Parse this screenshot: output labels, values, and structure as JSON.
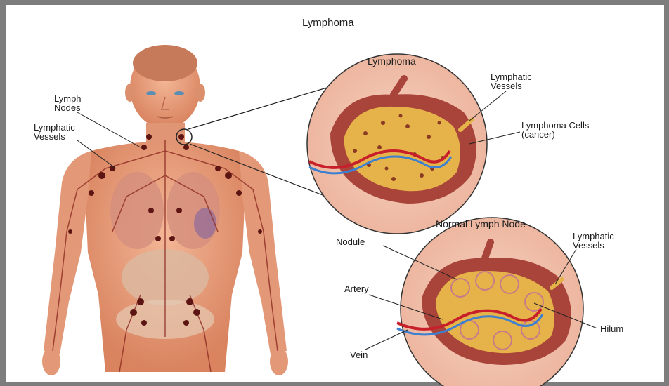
{
  "title": "Lymphoma",
  "top_node": {
    "title": "Lymphoma",
    "labels": {
      "lymphatic_vessels": "Lymphatic\nVessels",
      "lymphoma_cells": "Lymphoma Cells\n(cancer)"
    }
  },
  "bottom_node": {
    "title": "Normal Lymph Node",
    "labels": {
      "nodule": "Nodule",
      "lymphatic_vessels": "Lymphatic\nVessels",
      "artery": "Artery",
      "hilum": "Hilum",
      "vein": "Vein"
    }
  },
  "body": {
    "labels": {
      "lymph_nodes": "Lymph\nNodes",
      "lymphatic_vessels": "Lymphatic\nVessels"
    }
  },
  "colors": {
    "skin": "#e8a07e",
    "node_tissue": "#a9443a",
    "lymph_yellow": "#e6b34a",
    "artery_red": "#c8202a",
    "vein_blue": "#3d7fd0",
    "circle_bg": "#f2c4b0"
  }
}
